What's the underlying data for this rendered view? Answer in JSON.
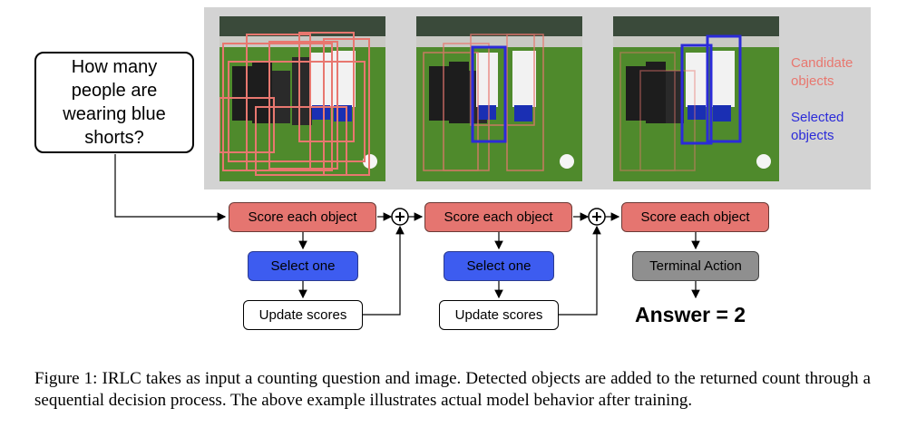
{
  "question": "How many people are wearing blue shorts?",
  "legend": {
    "candidate": "Candidate objects",
    "selected": "Selected objects",
    "candidate_color": "#e8776f",
    "selected_color": "#2b2bd9"
  },
  "steps": [
    {
      "score_label": "Score each object",
      "select_label": "Select one",
      "update_label": "Update scores"
    },
    {
      "score_label": "Score each object",
      "select_label": "Select one",
      "update_label": "Update scores"
    },
    {
      "score_label": "Score each object",
      "terminal_label": "Terminal Action"
    }
  ],
  "answer": "Answer = 2",
  "caption": "Figure 1:   IRLC takes as input a counting question and image.  Detected objects are added to the returned count through a sequential decision process.  The above example illustrates actual model behavior after training.",
  "colors": {
    "score_box": "#e57570",
    "select_box": "#3d5cf0",
    "terminal_box": "#8f8f8f",
    "panel": "#d3d3d3"
  }
}
